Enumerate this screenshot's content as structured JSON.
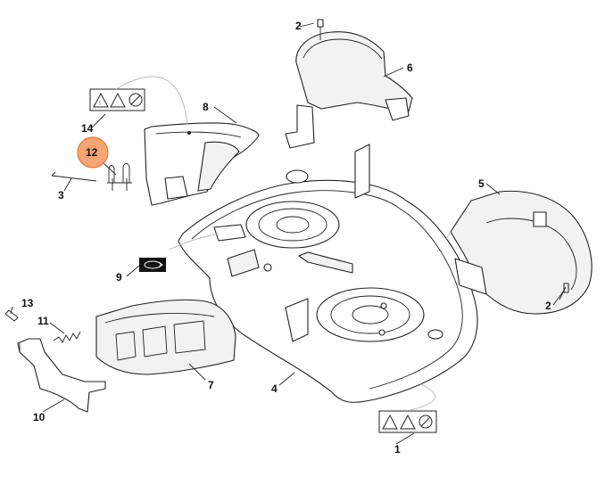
{
  "callouts": {
    "c1": "1",
    "c2a": "2",
    "c2b": "2",
    "c3": "3",
    "c4": "4",
    "c5": "5",
    "c6": "6",
    "c7": "7",
    "c8": "8",
    "c9": "9",
    "c10": "10",
    "c11": "11",
    "c12": "12",
    "c13": "13",
    "c14": "14"
  },
  "highlight": {
    "part": "12",
    "color": "#f5a473",
    "stroke": "#e07a3c"
  },
  "labels": {
    "warning_label_14": [
      "warning-triangle",
      "hand-hazard-triangle",
      "no-hands-symbol"
    ],
    "warning_label_1": [
      "warning-triangle",
      "hand-hazard-triangle",
      "no-hands-symbol"
    ],
    "decal_9": "blade-direction-decal"
  }
}
